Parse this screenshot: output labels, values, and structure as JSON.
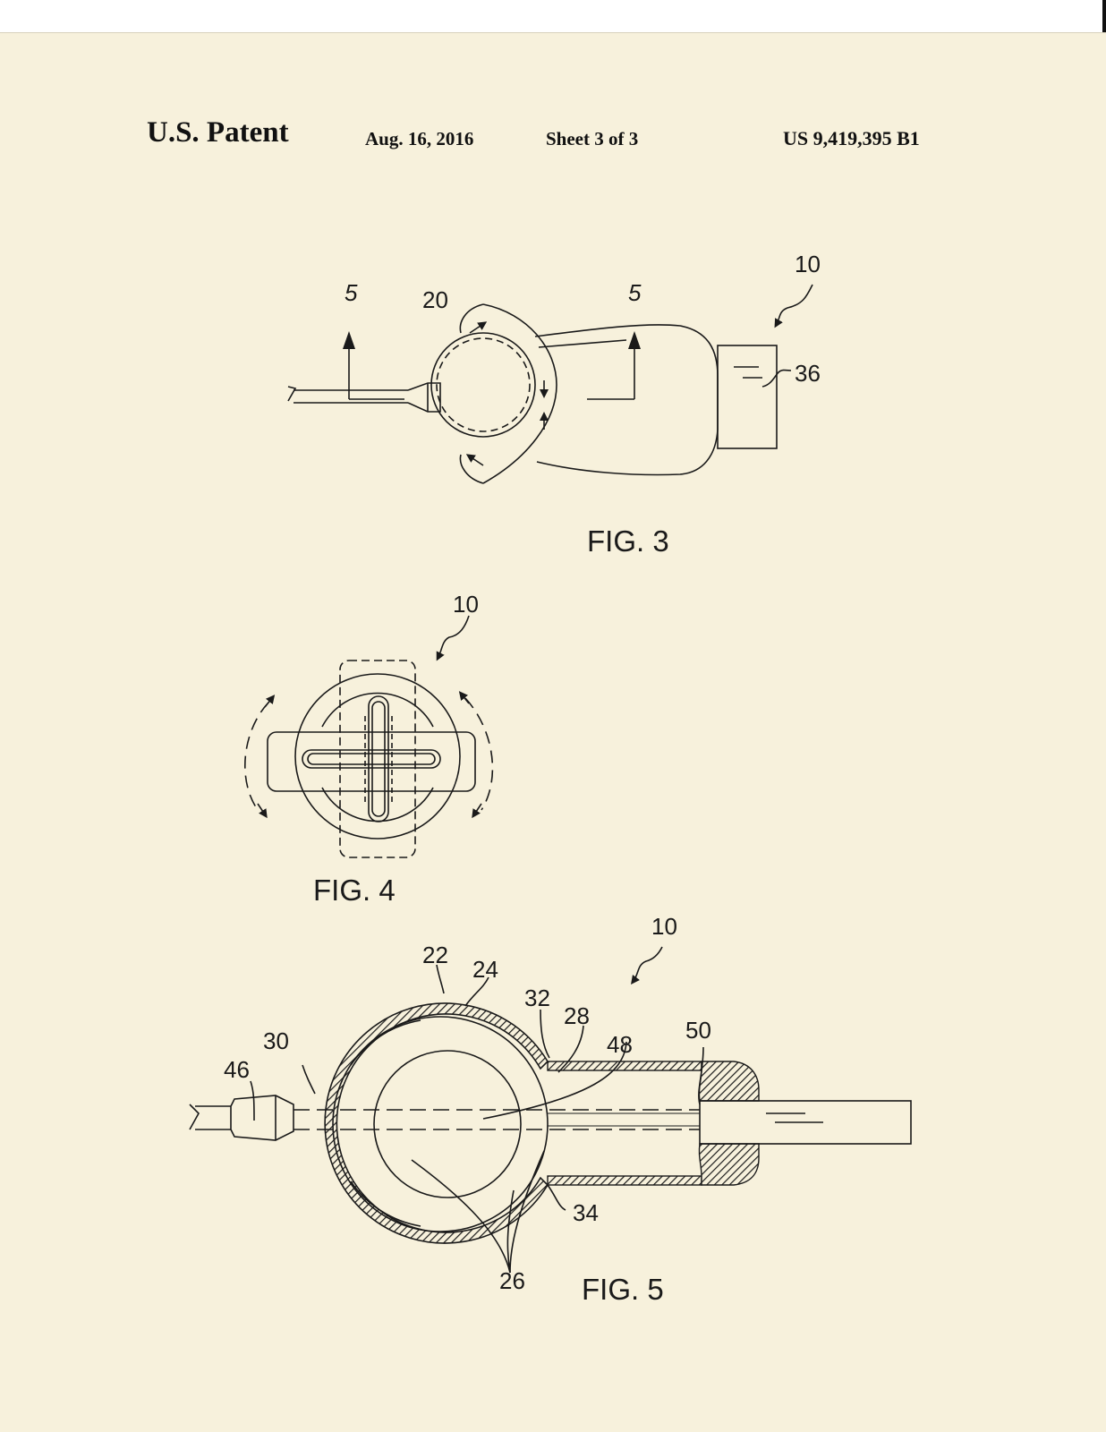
{
  "header": {
    "patent_label": "U.S. Patent",
    "date": "Aug. 16, 2016",
    "sheet": "Sheet 3 of 3",
    "patent_number": "US 9,419,395 B1"
  },
  "fig3": {
    "caption": "FIG. 3",
    "ref_10": "10",
    "ref_20": "20",
    "ref_36": "36",
    "section_left": "5",
    "section_right": "5"
  },
  "fig4": {
    "caption": "FIG. 4",
    "ref_10": "10"
  },
  "fig5": {
    "caption": "FIG. 5",
    "ref_10": "10",
    "ref_22": "22",
    "ref_24": "24",
    "ref_26": "26",
    "ref_28": "28",
    "ref_30": "30",
    "ref_32": "32",
    "ref_34": "34",
    "ref_46": "46",
    "ref_48": "48",
    "ref_50": "50"
  },
  "colors": {
    "paper": "#f7f1dc",
    "ink": "#1a1a1a"
  }
}
